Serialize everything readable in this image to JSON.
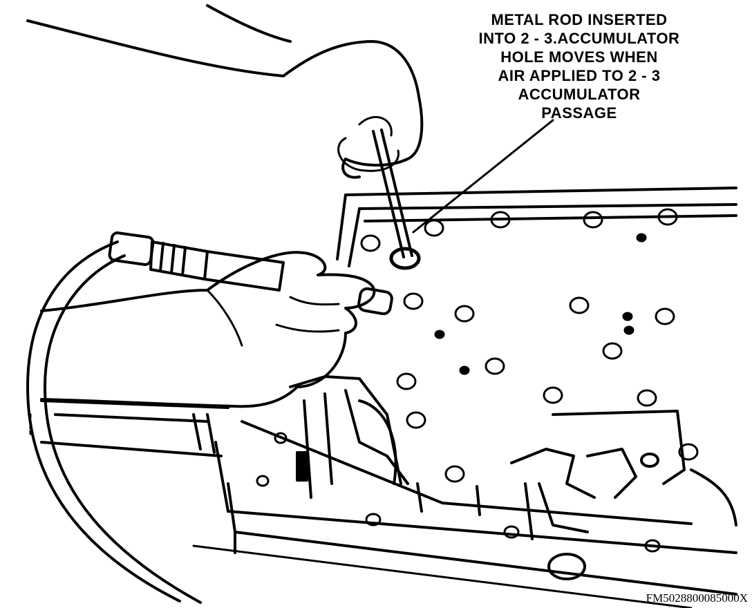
{
  "callout": {
    "lines": [
      "METAL ROD INSERTED",
      "INTO 2 - 3.ACCUMULATOR",
      "HOLE MOVES WHEN",
      "AIR APPLIED TO 2 - 3",
      "ACCUMULATOR",
      "PASSAGE"
    ]
  },
  "figure_code": "FM5028800085000X",
  "colors": {
    "ink": "#000000",
    "paper": "#ffffff"
  },
  "icons": {
    "rod": "metal-rod-icon",
    "air_nozzle": "air-nozzle-icon"
  }
}
